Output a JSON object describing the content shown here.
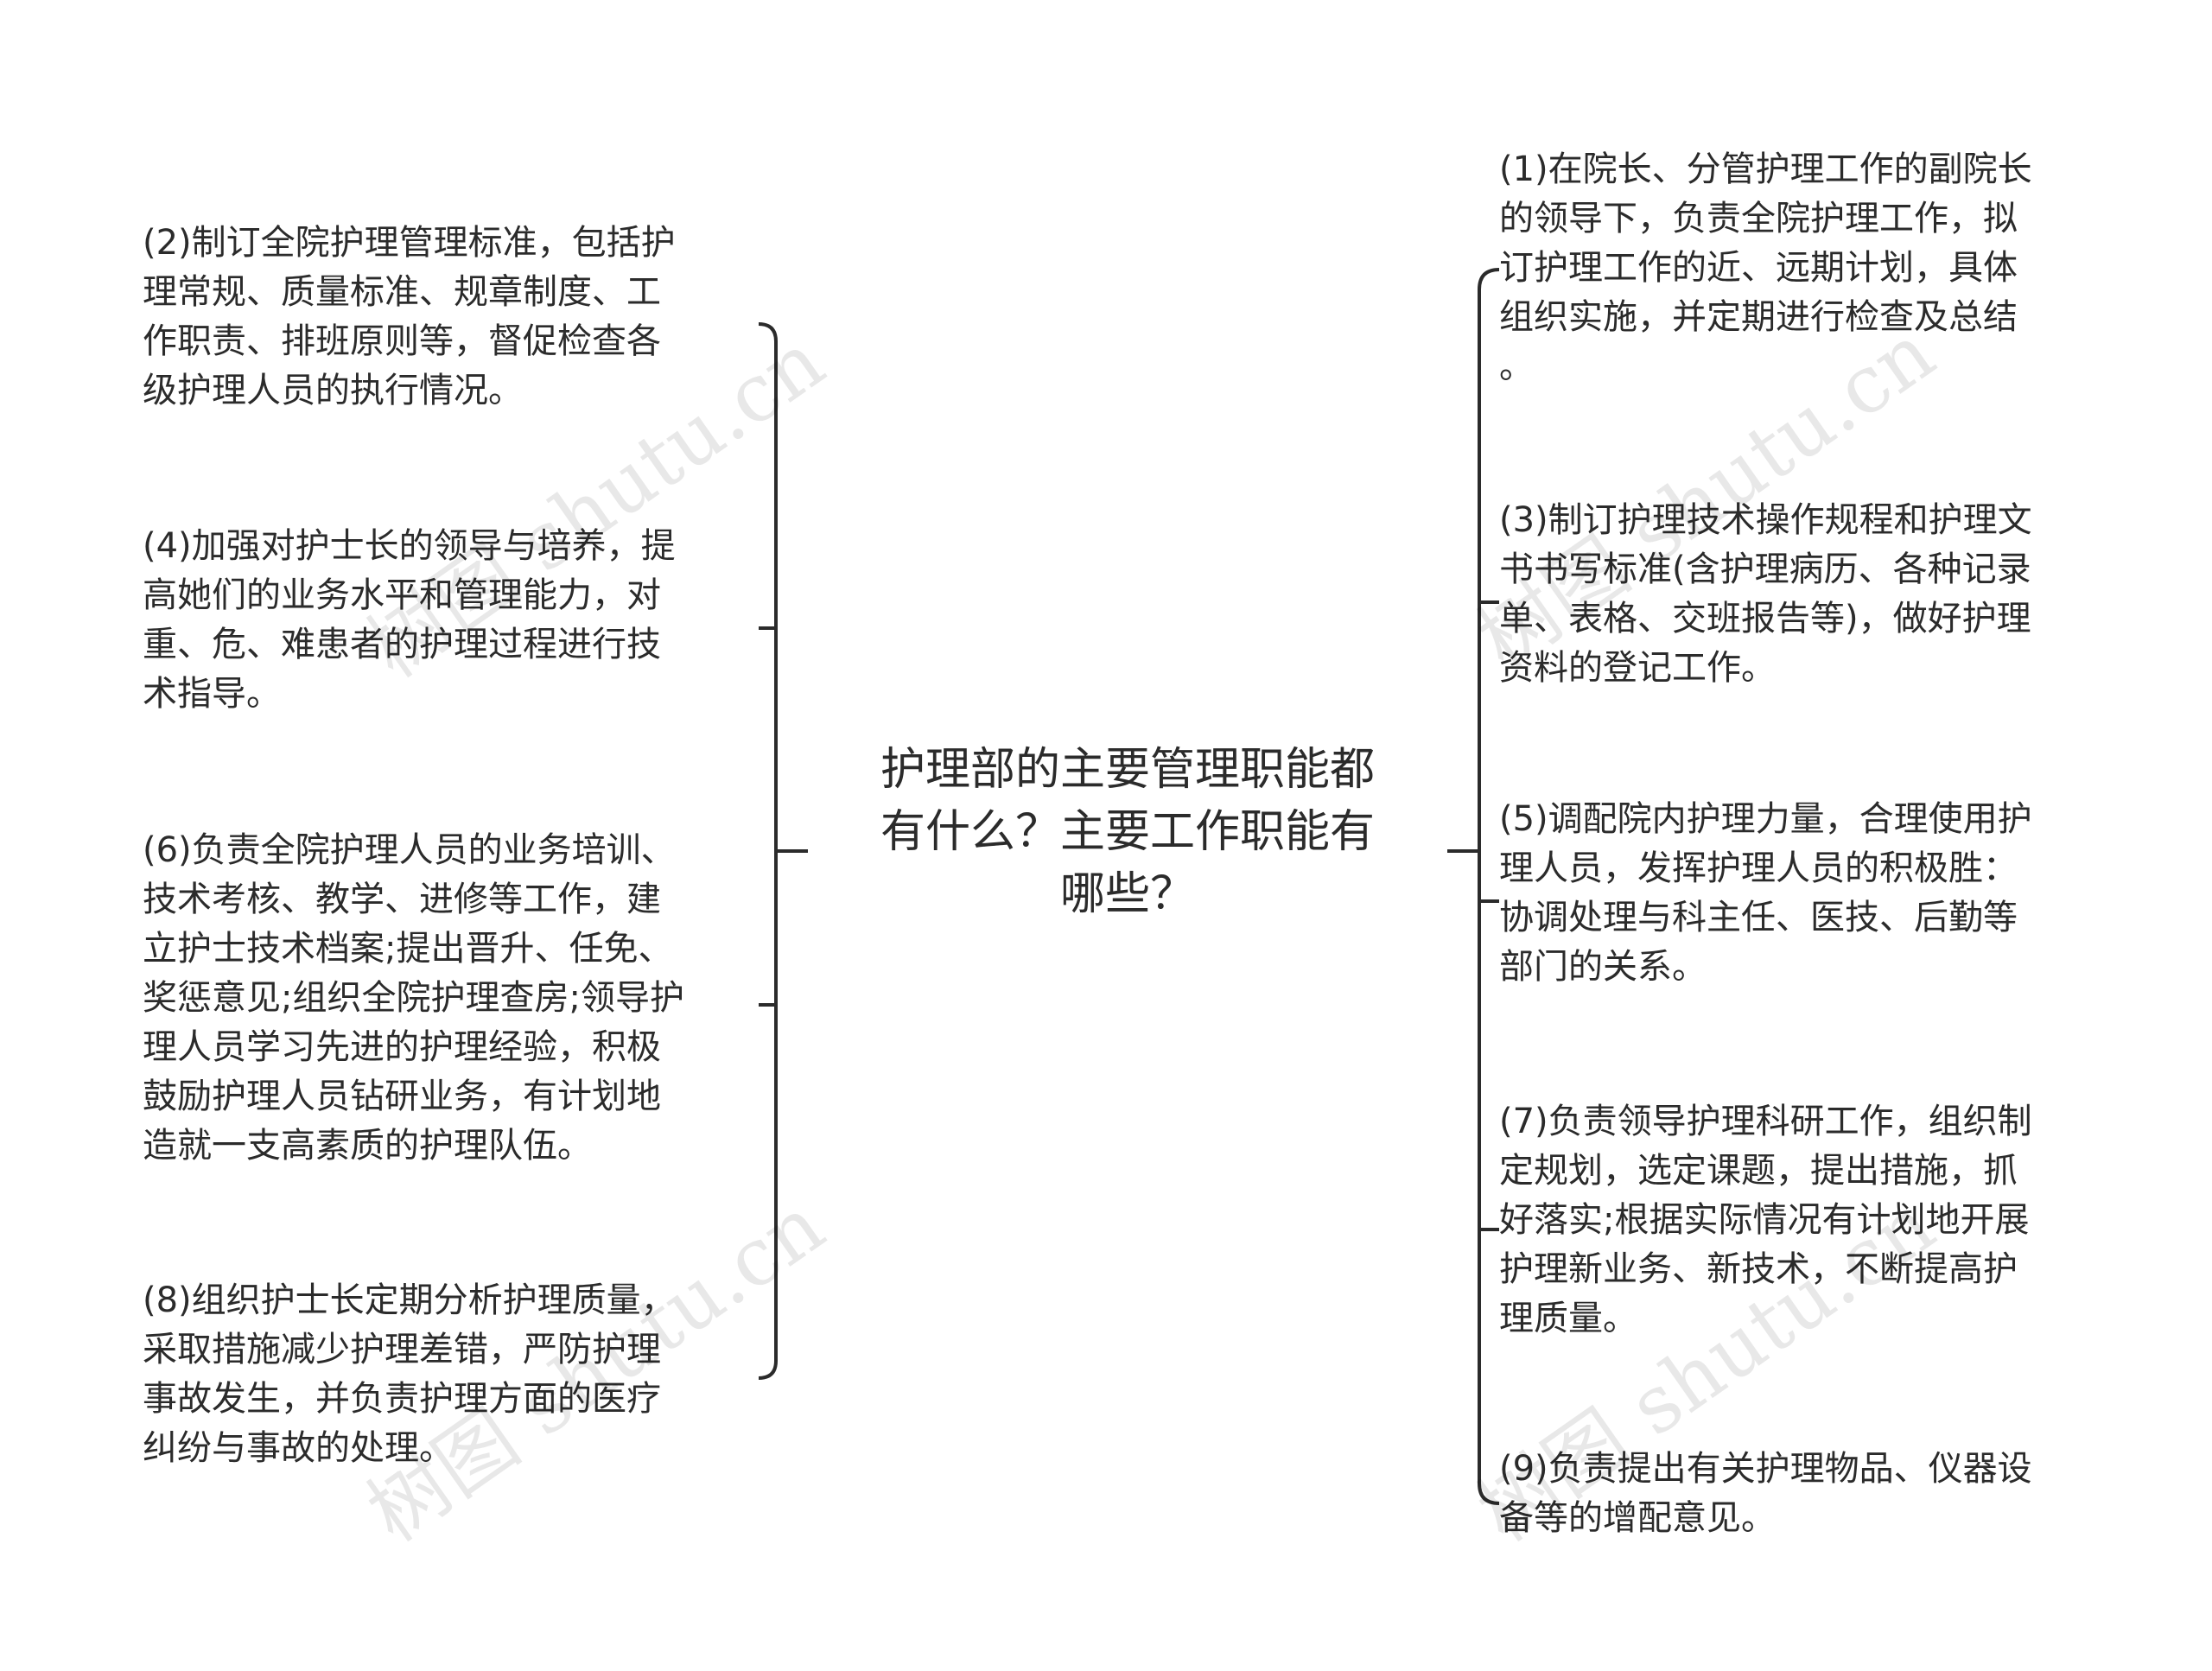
{
  "center": {
    "label": "护理部的主要管理职能都\n有什么？主要工作职能有\n哪些？"
  },
  "left_branches": [
    {
      "text": "(2)制订全院护理管理标准，包括护\n理常规、质量标准、规章制度、工\n作职责、排班原则等，督促检查各\n级护理人员的执行情况。"
    },
    {
      "text": "(4)加强对护士长的领导与培养，提\n高她们的业务水平和管理能力，对\n重、危、难患者的护理过程进行技\n术指导。"
    },
    {
      "text": "(6)负责全院护理人员的业务培训、\n技术考核、教学、进修等工作，建\n立护士技术档案;提出晋升、任免、\n奖惩意见;组织全院护理查房;领导护\n理人员学习先进的护理经验，积极\n鼓励护理人员钻研业务，有计划地\n造就一支高素质的护理队伍。"
    },
    {
      "text": "(8)组织护士长定期分析护理质量，\n采取措施减少护理差错，严防护理\n事故发生，并负责护理方面的医疗\n纠纷与事故的处理。"
    }
  ],
  "right_branches": [
    {
      "text": "(1)在院长、分管护理工作的副院长\n的领导下，负责全院护理工作，拟\n订护理工作的近、远期计划，具体\n组织实施，并定期进行检查及总结\n。"
    },
    {
      "text": "(3)制订护理技术操作规程和护理文\n书书写标准(含护理病历、各种记录\n单、表格、交班报告等)，做好护理\n资料的登记工作。"
    },
    {
      "text": "(5)调配院内护理力量，合理使用护\n理人员，发挥护理人员的积极胜：\n协调处理与科主任、医技、后勤等\n部门的关系。"
    },
    {
      "text": "(7)负责领导护理科研工作，组织制\n定规划，选定课题，提出措施，抓\n好落实;根据实际情况有计划地开展\n护理新业务、新技术，不断提高护\n理质量。"
    },
    {
      "text": "(9)负责提出有关护理物品、仪器设\n备等的增配意见。"
    }
  ],
  "watermark": "树图 shutu.cn",
  "colors": {
    "line": "#2b2b2b",
    "text": "#2b2b2b",
    "background": "#ffffff"
  }
}
